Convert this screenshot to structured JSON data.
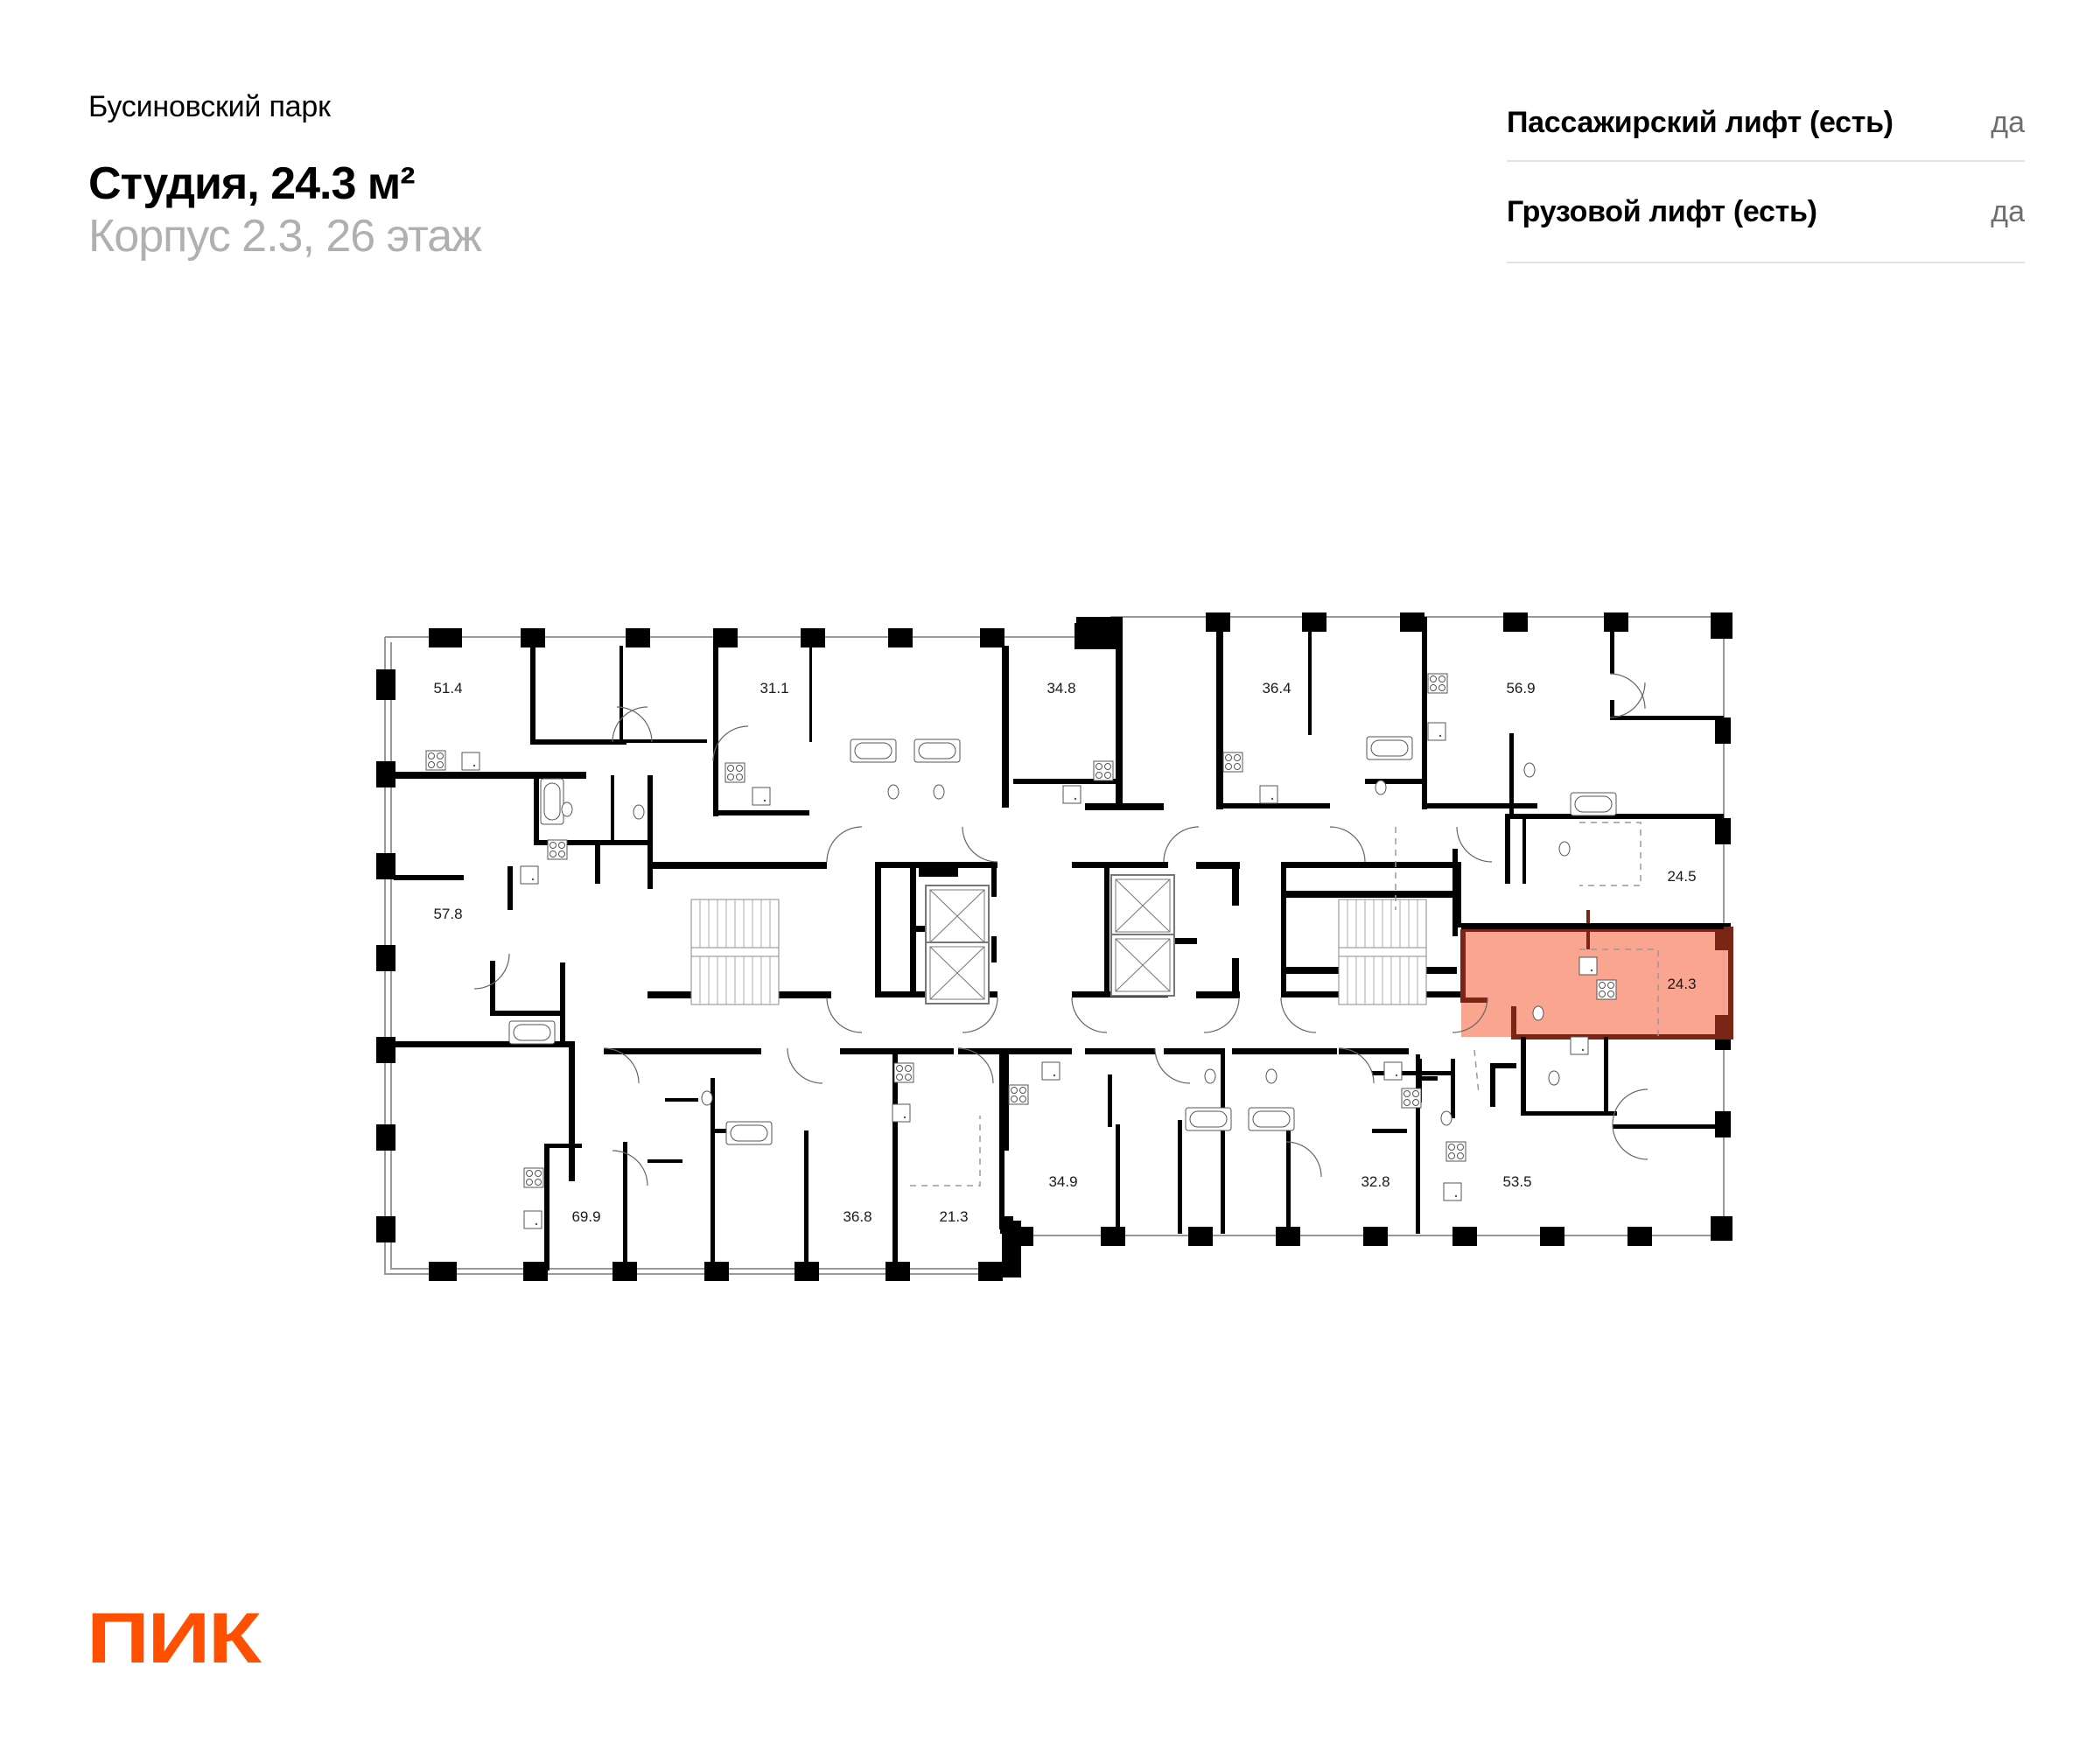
{
  "header": {
    "project": "Бусиновский парк",
    "title": "Студия, 24.3 м²",
    "subtitle": "Корпус 2.3, 26 этаж"
  },
  "properties": [
    {
      "label": "Пассажирский лифт (есть)",
      "value": "да"
    },
    {
      "label": "Грузовой лифт (есть)",
      "value": "да"
    }
  ],
  "floor_plan": {
    "highlight_color": "#f9a08a",
    "highlight_wall_color": "#7a2516",
    "selected_unit": "24.3",
    "units_top": [
      "51.4",
      "31.1",
      "34.8",
      "36.4",
      "56.9"
    ],
    "units_left": [
      "57.8"
    ],
    "units_right": [
      "24.5",
      "24.3"
    ],
    "units_bottom": [
      "69.9",
      "36.8",
      "21.3",
      "34.9",
      "32.8",
      "53.5"
    ],
    "labels": {
      "u514": "51.4",
      "u311": "31.1",
      "u348": "34.8",
      "u364": "36.4",
      "u569": "56.9",
      "u578": "57.8",
      "u245": "24.5",
      "u243": "24.3",
      "u699": "69.9",
      "u368": "36.8",
      "u213": "21.3",
      "u349": "34.9",
      "u328": "32.8",
      "u535": "53.5"
    }
  },
  "brand": {
    "logo_text": "ПИК",
    "logo_color": "#ff4f00"
  }
}
